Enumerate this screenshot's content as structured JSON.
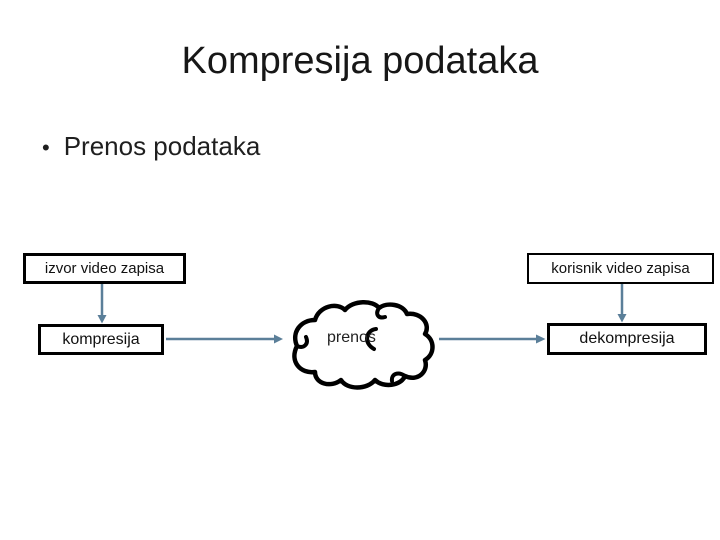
{
  "slide": {
    "title": "Kompresija podataka",
    "bullet_char": "•",
    "bullet": "Prenos podataka"
  },
  "diagram": {
    "boxes": {
      "izvor": "izvor video zapisa",
      "kompresija": "kompresija",
      "korisnik": "korisnik video zapisa",
      "dekompresija": "dekompresija"
    },
    "cloud_label": "prenos",
    "colors": {
      "connector": "#5b7f99",
      "box_border": "#000000",
      "box_fill": "#ffffff",
      "cloud_outline": "#000000",
      "text": "#1a1a1a",
      "background": "#ffffff"
    }
  }
}
